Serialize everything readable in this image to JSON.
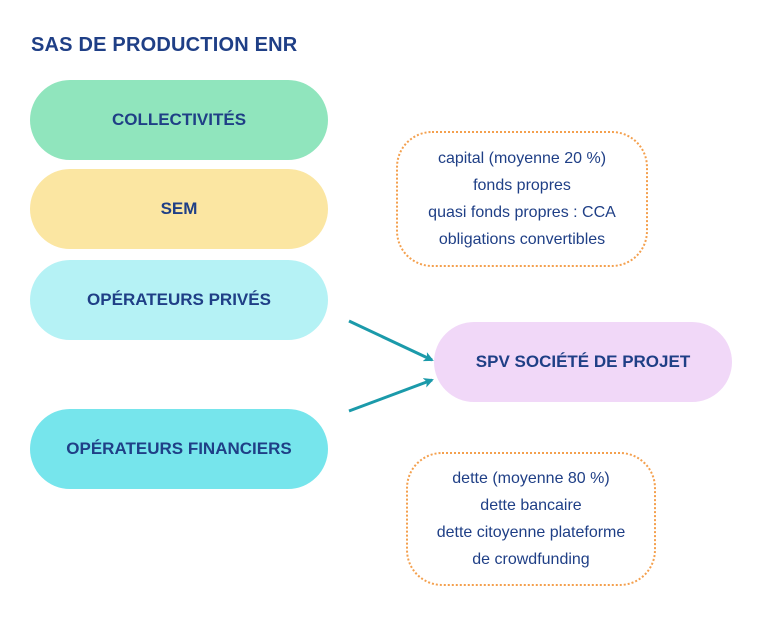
{
  "title": "SAS DE PRODUCTION ENR",
  "nodes": {
    "collectivites": {
      "label": "COLLECTIVITÉS",
      "color": "#90e5bd"
    },
    "sem": {
      "label": "SEM",
      "color": "#fbe6a2"
    },
    "operateurs_prives": {
      "label": "OPÉRATEURS PRIVÉS",
      "color": "#b5f2f5"
    },
    "operateurs_financiers": {
      "label": "OPÉRATEURS FINANCIERS",
      "color": "#76e5ec"
    },
    "spv": {
      "label": "SPV SOCIÉTÉ DE PROJET",
      "color": "#f1d8f8"
    }
  },
  "notes": {
    "capital": [
      "capital (moyenne 20 %)",
      "fonds propres",
      "quasi fonds propres : CCA",
      "obligations convertibles"
    ],
    "dette": [
      "dette (moyenne 80 %)",
      "dette bancaire",
      "dette citoyenne plateforme",
      "de crowdfunding"
    ]
  },
  "colors": {
    "text": "#1f3f86",
    "arrow": "#1b9aaa",
    "note_border": "#f4a04e"
  },
  "edges": [
    {
      "from": "operateurs_prives",
      "to": "spv"
    },
    {
      "from": "operateurs_financiers",
      "to": "spv"
    }
  ]
}
